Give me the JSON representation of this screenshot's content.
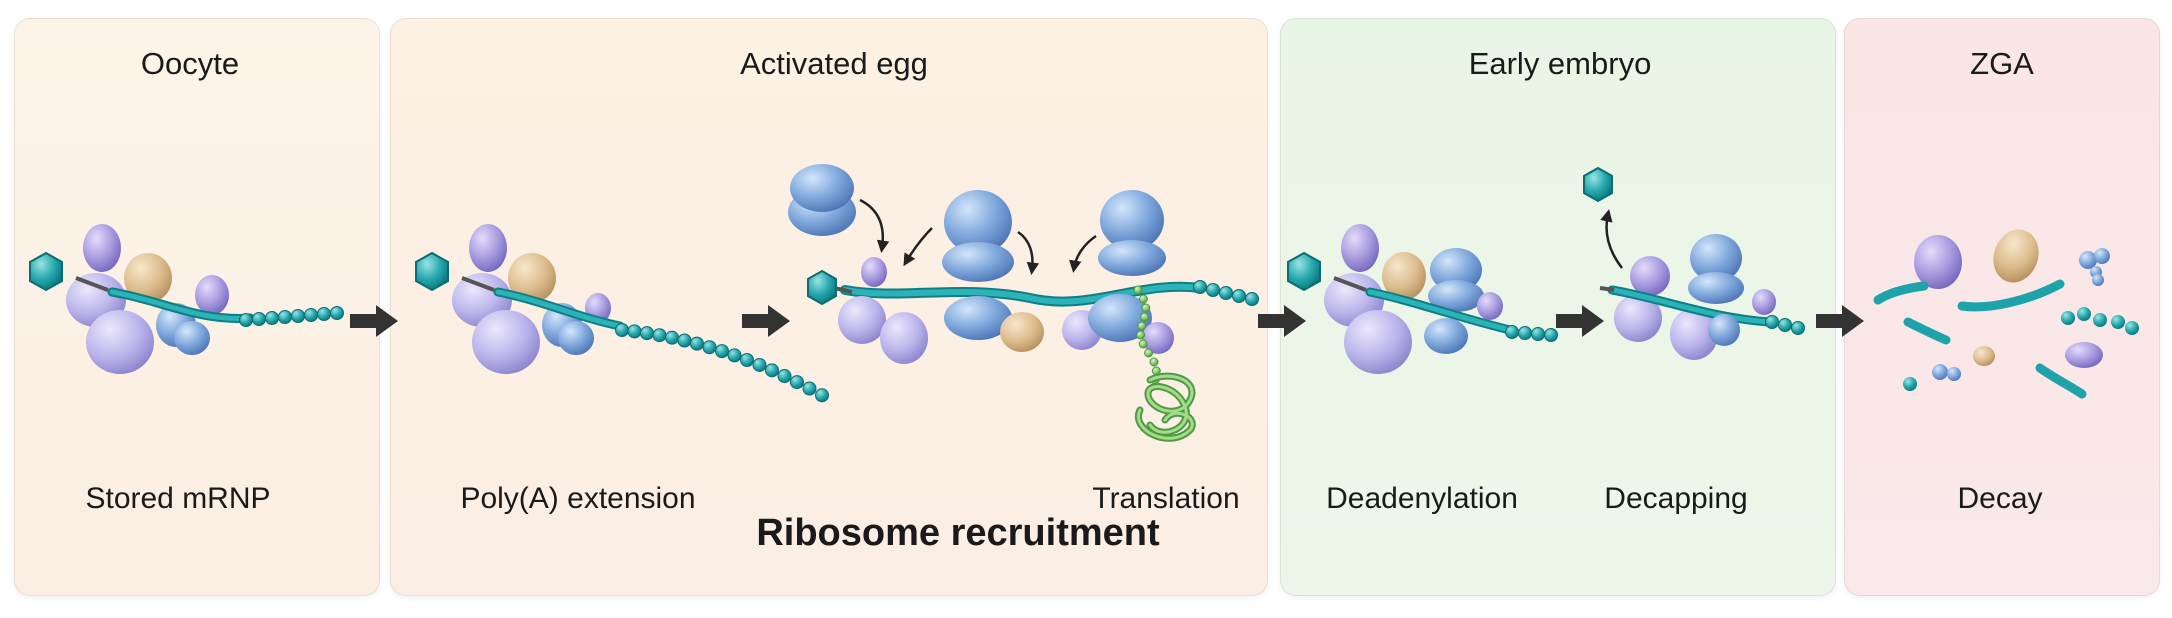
{
  "panels": [
    {
      "title": "Oocyte",
      "color": "#fbefe3"
    },
    {
      "title": "Activated egg",
      "color": "#fcefe2"
    },
    {
      "title": "Early embryo",
      "color": "#e9f5e6"
    },
    {
      "title": "ZGA",
      "color": "#fae7e8"
    }
  ],
  "stages": {
    "stored": "Stored mRNP",
    "polya": "Poly(A) extension",
    "translation": "Translation",
    "deadenylation": "Deadenylation",
    "decapping": "Decapping",
    "decay": "Decay"
  },
  "highlight": "Ribosome recruitment",
  "colors": {
    "rna": "#1fa3ab",
    "cap": "#1f9a94",
    "protein_purple": "#9b8fd8",
    "protein_tan": "#d9b98a",
    "ribosome": "#6f9fd8",
    "peptide": "#7ec36b",
    "arrow": "#333333"
  }
}
